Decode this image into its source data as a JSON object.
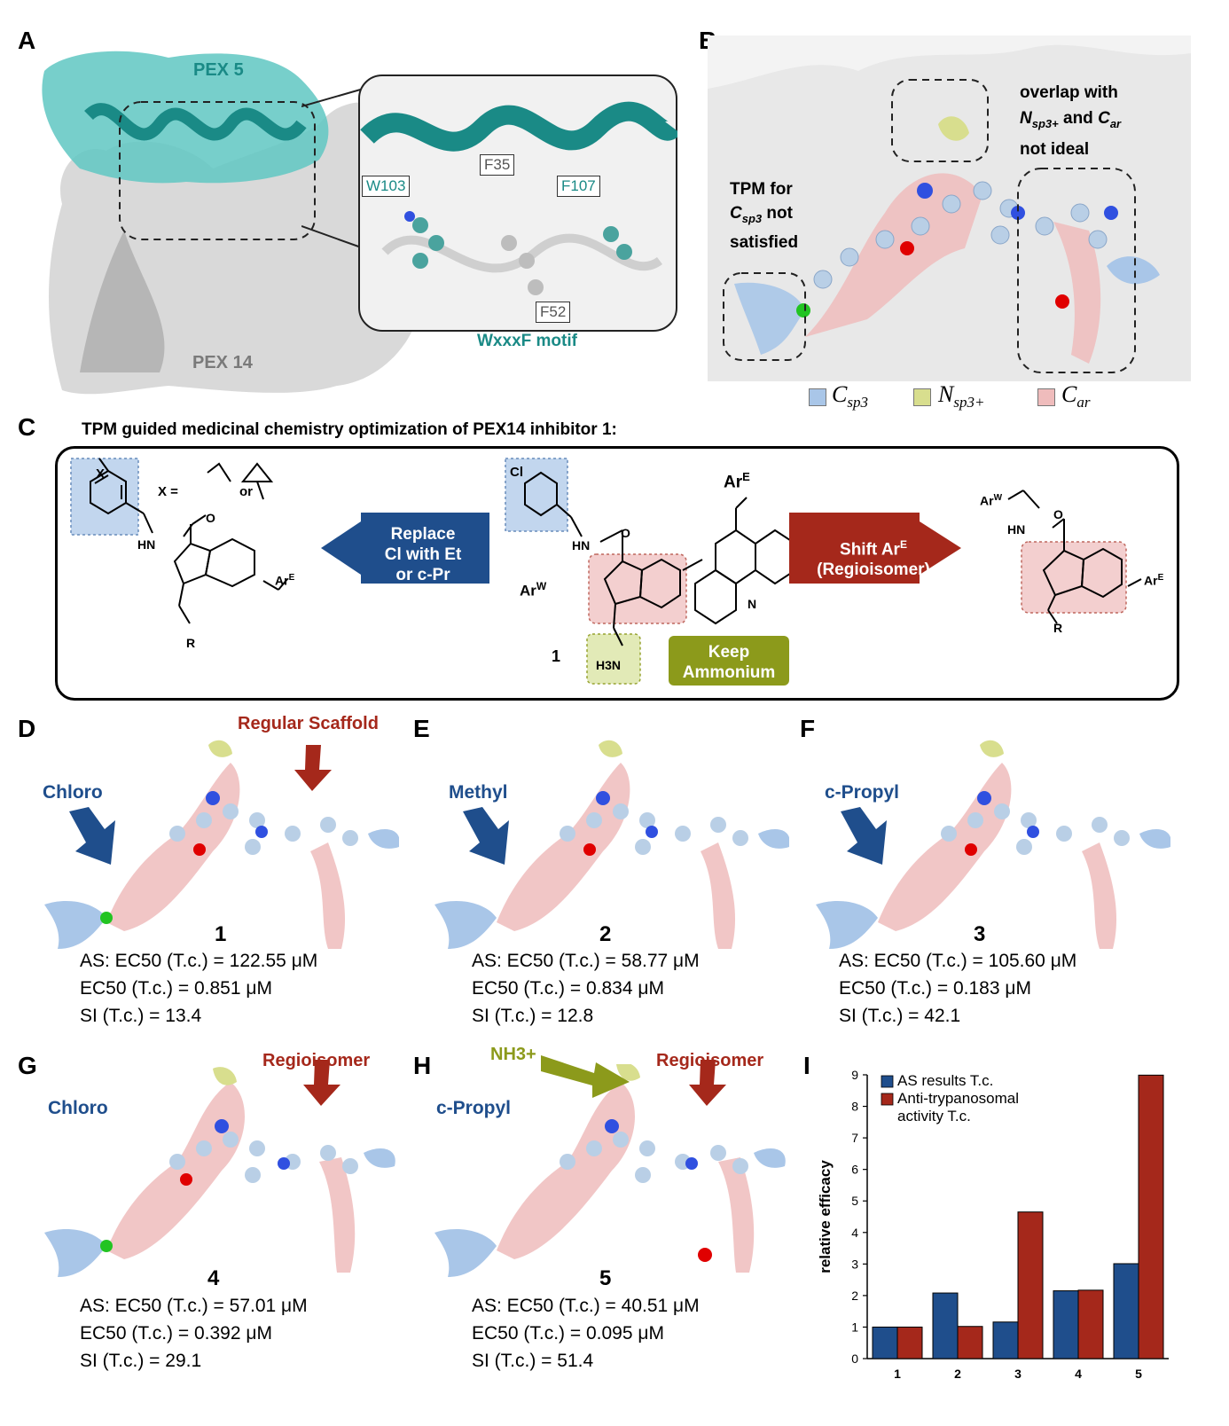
{
  "panels": {
    "A": {
      "label": "A",
      "pex5": "PEX 5",
      "pex14": "PEX 14",
      "motif": "WxxxF motif",
      "residues": [
        "W103",
        "F35",
        "F107",
        "F52"
      ]
    },
    "B": {
      "label": "B",
      "tpm_note_line1": "TPM for",
      "tpm_note_line2": "C",
      "tpm_note_sub": "sp3",
      "tpm_note_line2b": " not",
      "tpm_note_line3": "satisfied",
      "overlap_line1": "overlap with",
      "overlap_n": "N",
      "overlap_n_sub": "sp3+",
      "overlap_and": " and ",
      "overlap_c": "C",
      "overlap_c_sub": "ar",
      "overlap_line3": "not ideal",
      "legend": [
        {
          "sym": "C",
          "sub": "sp3",
          "color": "#a9c6e8"
        },
        {
          "sym": "N",
          "sub": "sp3+",
          "color": "#d8de8e"
        },
        {
          "sym": "C",
          "sub": "ar",
          "color": "#efbcbc"
        }
      ]
    },
    "C": {
      "label": "C",
      "title": "TPM guided medicinal chemistry optimization of PEX14 inhibitor 1:",
      "left_arrow": [
        "Replace",
        "Cl with Et",
        "or c-Pr"
      ],
      "right_arrow": [
        "Shift  Ar",
        "(Regioisomer)"
      ],
      "right_arrow_sup": "E",
      "keep": [
        "Keep",
        "Ammonium"
      ],
      "x_def": "X =",
      "or": "or",
      "compound": "1",
      "arw": "Ar",
      "arw_sup": "W",
      "are": "Ar",
      "are_sup": "E",
      "cl": "Cl",
      "x": "X",
      "hn": "HN",
      "n": "N",
      "r": "R",
      "h3n": "H3N",
      "o": "O"
    },
    "D": {
      "label": "D",
      "annot": "Chloro",
      "annot2": "Regular Scaffold",
      "compound": "1",
      "line1": "AS: EC50 (T.c.) = 122.55 μM",
      "line2": "EC50 (T.c.) = 0.851 μM",
      "line3": "SI (T.c.) = 13.4"
    },
    "E": {
      "label": "E",
      "annot": "Methyl",
      "compound": "2",
      "line1": "AS: EC50 (T.c.) = 58.77 μM",
      "line2": "EC50 (T.c.) = 0.834 μM",
      "line3": "SI (T.c.) = 12.8"
    },
    "F": {
      "label": "F",
      "annot": "c-Propyl",
      "compound": "3",
      "line1": "AS: EC50 (T.c.) = 105.60 μM",
      "line2": "EC50 (T.c.) = 0.183 μM",
      "line3": "SI (T.c.) = 42.1"
    },
    "G": {
      "label": "G",
      "annot": "Chloro",
      "annot2": "Regioisomer",
      "compound": "4",
      "line1": "AS: EC50 (T.c.) = 57.01 μM",
      "line2": "EC50 (T.c.) = 0.392 μM",
      "line3": "SI (T.c.) = 29.1"
    },
    "H": {
      "label": "H",
      "annot": "c-Propyl",
      "annot2": "Regioisomer",
      "annot3": "NH3+",
      "compound": "5",
      "line1": "AS: EC50 (T.c.) = 40.51 μM",
      "line2": "EC50 (T.c.) = 0.095 μM",
      "line3": "SI (T.c.) = 51.4"
    },
    "I": {
      "label": "I"
    }
  },
  "chart_data": {
    "type": "bar",
    "categories": [
      "1",
      "2",
      "3",
      "4",
      "5"
    ],
    "series": [
      {
        "name": "AS results T.c.",
        "values": [
          1.0,
          2.08,
          1.16,
          2.15,
          3.01
        ],
        "color": "#1f4e8c"
      },
      {
        "name": "Anti-trypanosomal activity T.c.",
        "values": [
          1.0,
          1.02,
          4.65,
          2.17,
          8.99
        ],
        "color": "#a5281b"
      }
    ],
    "ylabel": "relative efficacy",
    "ylim": [
      0,
      9
    ],
    "yticks": [
      "0",
      "1",
      "2",
      "3",
      "4",
      "5",
      "6",
      "7",
      "8",
      "9"
    ],
    "legend_lines": [
      [
        "AS results T.c."
      ],
      [
        "Anti-trypanosomal",
        "activity T.c."
      ]
    ],
    "legend_position": "top-left",
    "grid": false
  }
}
